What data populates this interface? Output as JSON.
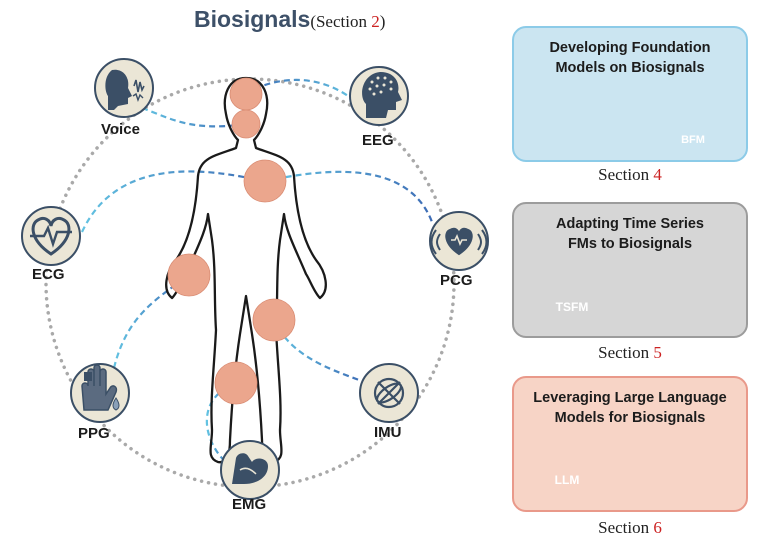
{
  "title": {
    "main": "Biosignals",
    "section_prefix": "(Section ",
    "section_number": "2",
    "section_suffix": ")"
  },
  "nodes": [
    {
      "id": "voice",
      "label": "Voice",
      "icon": "voice-icon"
    },
    {
      "id": "eeg",
      "label": "EEG",
      "icon": "eeg-head-icon"
    },
    {
      "id": "ecg",
      "label": "ECG",
      "icon": "heart-ecg-icon"
    },
    {
      "id": "pcg",
      "label": "PCG",
      "icon": "heart-sound-icon"
    },
    {
      "id": "ppg",
      "label": "PPG",
      "icon": "hand-sensor-icon"
    },
    {
      "id": "imu",
      "label": "IMU",
      "icon": "imu-sensor-icon"
    },
    {
      "id": "emg",
      "label": "EMG",
      "icon": "muscle-arm-icon"
    }
  ],
  "cards": [
    {
      "title_line1": "Developing Foundation",
      "title_line2": "Models on Biosignals",
      "left_icon": "database-gear-icon",
      "right_icon": "bfm-network-icon",
      "right_label": "BFM",
      "section_prefix": "Section ",
      "section_number": "4",
      "colors": {
        "fill": "#cbe5f1",
        "border": "#8ccbe8"
      }
    },
    {
      "title_line1": "Adapting Time Series",
      "title_line2": "FMs to Biosignals",
      "left_icon": "tsfm-chart-icon",
      "left_label": "TSFM",
      "right_icon": "waveform-icon",
      "section_prefix": "Section ",
      "section_number": "5",
      "colors": {
        "fill": "#d6d6d6",
        "border": "#9c9c9c"
      }
    },
    {
      "title_line1": "Leveraging Large Language",
      "title_line2": "Models for Biosignals",
      "left_icon": "llm-chip-icon",
      "left_label": "LLM",
      "right_icon": "waveform-icon",
      "section_prefix": "Section ",
      "section_number": "6",
      "colors": {
        "fill": "#f7d4c6",
        "border": "#e9998a"
      }
    }
  ],
  "colors": {
    "icon_dark": "#3b4f66",
    "node_fill": "#ebe6d6",
    "spot": "#eba68d",
    "accent_red": "#cc2222"
  }
}
